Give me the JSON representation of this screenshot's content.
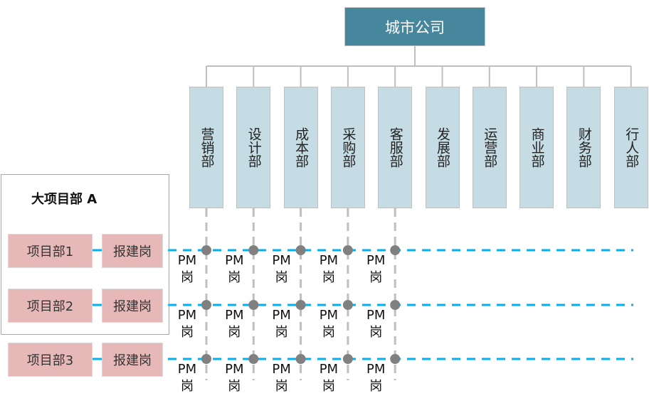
{
  "top_node": {
    "label": "城市公司"
  },
  "departments": [
    {
      "label": "营销部",
      "has_pm": true
    },
    {
      "label": "设计部",
      "has_pm": true
    },
    {
      "label": "成本部",
      "has_pm": true
    },
    {
      "label": "采购部",
      "has_pm": true
    },
    {
      "label": "客服部",
      "has_pm": true
    },
    {
      "label": "发展部",
      "has_pm": false
    },
    {
      "label": "运营部",
      "has_pm": false
    },
    {
      "label": "商业部",
      "has_pm": false
    },
    {
      "label": "财务部",
      "has_pm": false
    },
    {
      "label": "行人部",
      "has_pm": false
    }
  ],
  "big_project": {
    "title": "大项目部 A"
  },
  "projects": [
    {
      "label": "项目部1",
      "role": "报建岗"
    },
    {
      "label": "项目部2",
      "role": "报建岗"
    },
    {
      "label": "项目部3",
      "role": "报建岗"
    }
  ],
  "pm_label": {
    "line1": "PM",
    "line2": "岗"
  },
  "colors": {
    "top_node": "#46879e",
    "department": "#c6dce5",
    "project": "#e6b9b8",
    "matrix_line": "#00b0f0",
    "node_dot": "#808080",
    "connector": "#bfbfbf"
  }
}
